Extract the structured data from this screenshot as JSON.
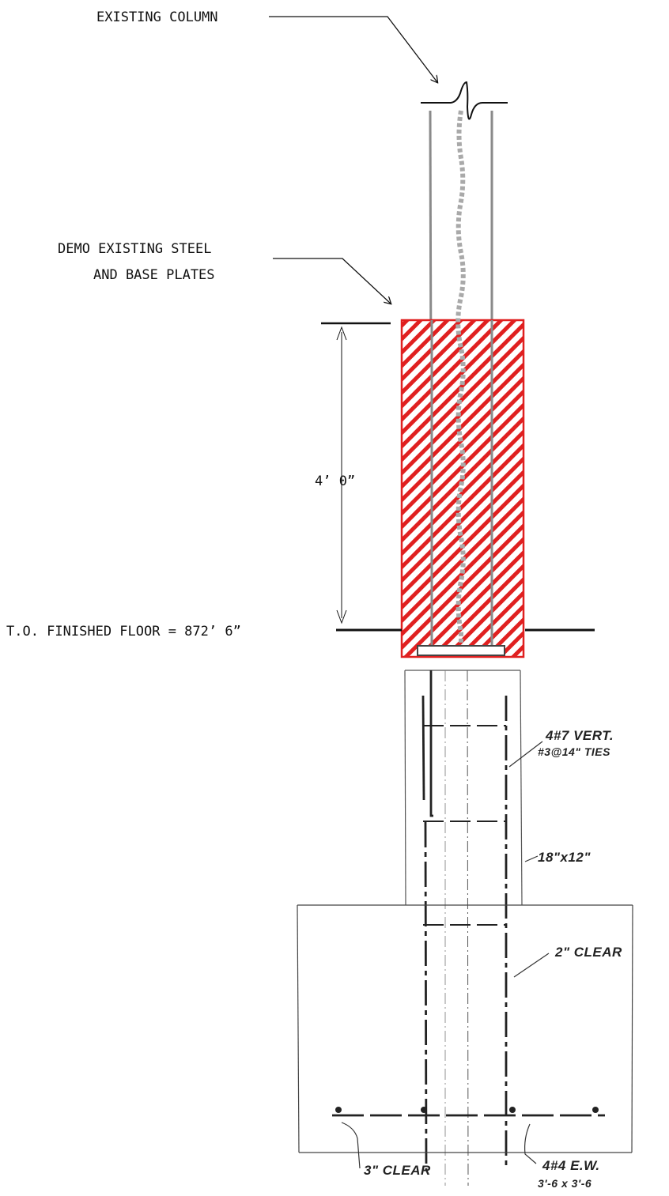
{
  "labels": {
    "existing_column": "EXISTING COLUMN",
    "demo_line1": "DEMO EXISTING STEEL",
    "demo_line2": "AND BASE PLATES",
    "dimension": "4’ 0”",
    "finished_floor": "T.O. FINISHED FLOOR = 872’ 6”",
    "rebar_vert": "4#7 VERT.",
    "ties": "#3@14\" TIES",
    "pier_size": "18\"x12\"",
    "clear_2": "2\" CLEAR",
    "clear_3": "3\" CLEAR",
    "footing_rebar": "4#4 E.W.",
    "footing_size": "3'-6 x 3'-6"
  },
  "colors": {
    "demo_hatch": "#e02020",
    "linework": "#111111",
    "sketch": "#333333",
    "column_line": "#8a8a8a"
  }
}
